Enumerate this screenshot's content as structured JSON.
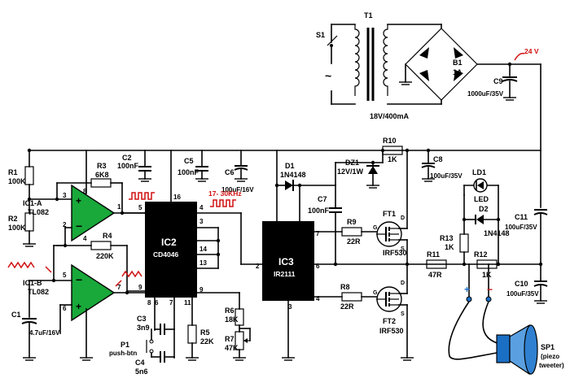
{
  "transformer": {
    "ref": "T1",
    "rating": "18V/400mA"
  },
  "switch": {
    "ref": "S1",
    "ac_symbol": "~"
  },
  "bridge": {
    "ref": "B1",
    "rating": "1A"
  },
  "supply": {
    "voltage": "24 V",
    "cap_ref": "C9",
    "cap_value": "1000uF/35V"
  },
  "resistors": {
    "R1": {
      "ref": "R1",
      "value": "100K"
    },
    "R2": {
      "ref": "R2",
      "value": "100K"
    },
    "R3": {
      "ref": "R3",
      "value": "6K8"
    },
    "R4": {
      "ref": "R4",
      "value": "220K"
    },
    "R5": {
      "ref": "R5",
      "value": "22K"
    },
    "R6": {
      "ref": "R6",
      "value": "18K"
    },
    "R7": {
      "ref": "R7",
      "value": "47K"
    },
    "R8": {
      "ref": "R8",
      "value": "22R"
    },
    "R9": {
      "ref": "R9",
      "value": "22R"
    },
    "R10": {
      "ref": "R10",
      "value": "1K"
    },
    "R11": {
      "ref": "R11",
      "value": "47R"
    },
    "R12": {
      "ref": "R12",
      "value": "1K"
    },
    "R13": {
      "ref": "R13",
      "value": "1K"
    }
  },
  "capacitors": {
    "C1": {
      "ref": "C1",
      "value": "4.7uF/16V"
    },
    "C2": {
      "ref": "C2",
      "value": "100nF"
    },
    "C3": {
      "ref": "C3",
      "value": "3n9"
    },
    "C4": {
      "ref": "C4",
      "value": "5n6"
    },
    "C5": {
      "ref": "C5",
      "value": "100nF"
    },
    "C6": {
      "ref": "C6",
      "value": "100uF/16V"
    },
    "C7": {
      "ref": "C7",
      "value": "100nF"
    },
    "C8": {
      "ref": "C8",
      "value": "100uF/35V"
    },
    "C10": {
      "ref": "C10",
      "value": "100uF/35V"
    },
    "C11": {
      "ref": "C11",
      "value": "100uF/35V"
    }
  },
  "diodes": {
    "D1": {
      "ref": "D1",
      "value": "1N4148"
    },
    "D2": {
      "ref": "D2",
      "value": "1N4148"
    },
    "DZ1": {
      "ref": "DZ1",
      "value": "12V/1W"
    },
    "LD1": {
      "ref": "LD1",
      "value": "LED"
    }
  },
  "opamps": {
    "A": {
      "ref": "IC1-A",
      "part": "TL082"
    },
    "B": {
      "ref": "IC1-B",
      "part": "TL082"
    }
  },
  "ic2": {
    "ref": "IC2",
    "part": "CD4046",
    "freq_label": "17- 30KHz"
  },
  "ic3": {
    "ref": "IC3",
    "part": "IR2111"
  },
  "fets": {
    "FT1": {
      "ref": "FT1",
      "part": "IRF530"
    },
    "FT2": {
      "ref": "FT2",
      "part": "IRF530"
    }
  },
  "button": {
    "ref": "P1",
    "label": "push-btn"
  },
  "speaker": {
    "ref": "SP1",
    "line1": "(piezo",
    "line2": "tweeter)"
  },
  "colors": {
    "ic_fill": "#000000",
    "accent_red": "#d01010",
    "speaker_blue": "#1a6fc4"
  }
}
